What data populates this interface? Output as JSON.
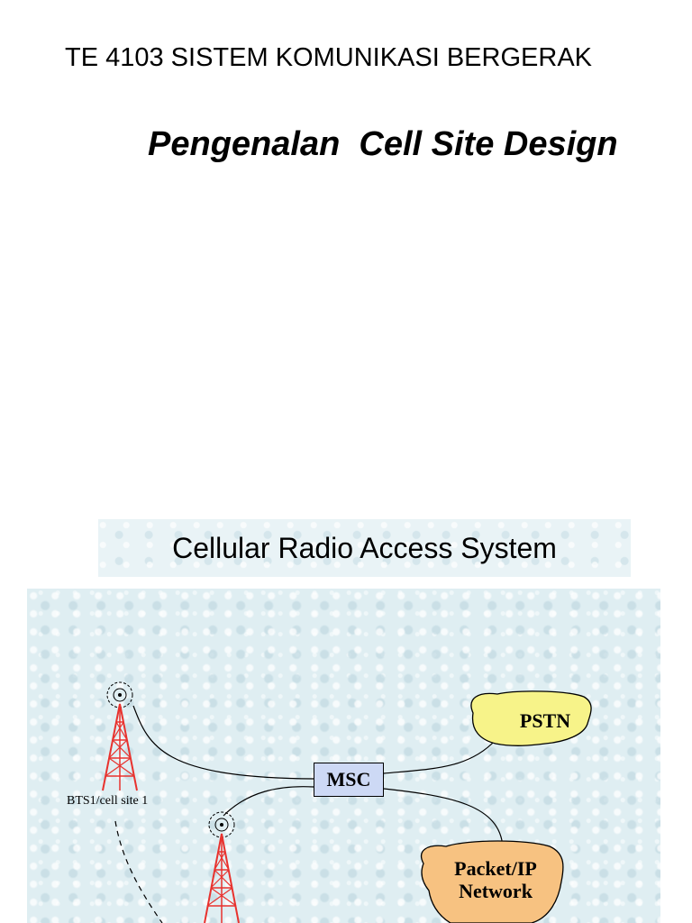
{
  "header": {
    "course_title": "TE 4103 SISTEM KOMUNIKASI BERGERAK",
    "subtitle": "Pengenalan  Cell Site Design"
  },
  "section": {
    "title": "Cellular Radio Access System"
  },
  "diagram": {
    "msc_label": "MSC",
    "pstn_label": "PSTN",
    "packet_network_label": "Packet/IP\nNetwork",
    "bts1_label": "BTS1/cell site 1",
    "colors": {
      "msc_fill": "#cdd9f5",
      "pstn_fill": "#f7f389",
      "packet_fill": "#f7c281",
      "tower_color": "#e8322e"
    },
    "icons": [
      "cell-tower-icon",
      "antenna-signal-icon",
      "cloud-icon"
    ]
  }
}
